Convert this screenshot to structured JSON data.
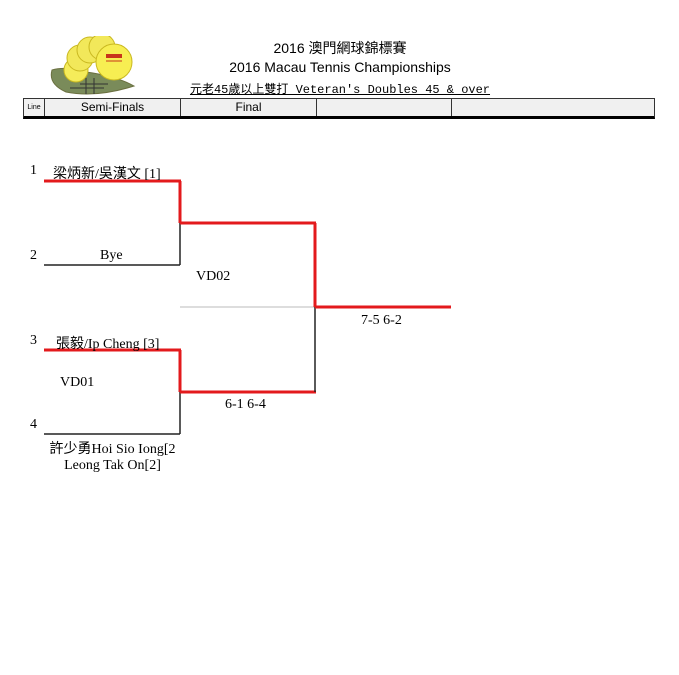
{
  "header": {
    "title_cn": "2016 澳門網球錦標賽",
    "title_en": "2016 Macau Tennis Championships",
    "subtitle": "元老45歲以上雙打 Veteran's Doubles 45 & over",
    "logo": "tennis-association-logo"
  },
  "columns": [
    "Line",
    "Semi-Finals",
    "Final",
    "",
    ""
  ],
  "bracket": {
    "lines": [
      {
        "number": "1",
        "player": "梁炳新/吳漢文 [1]",
        "winner": true
      },
      {
        "number": "2",
        "player": "Bye",
        "winner": false
      },
      {
        "number": "3",
        "player": "張毅/Ip Cheng [3]",
        "winner": true
      },
      {
        "number": "4",
        "player_line1": "許少勇Hoi Sio Iong[2",
        "player_line2": "Leong Tak On[2]",
        "winner": false
      }
    ],
    "match_codes": [
      "VD02",
      "VD01"
    ],
    "semifinal_score": "6-1 6-4",
    "final_score": "7-5 6-2",
    "colors": {
      "winner_line": "#e31a1c",
      "loser_line": "#222222",
      "divider": "#bbbbbb"
    }
  }
}
